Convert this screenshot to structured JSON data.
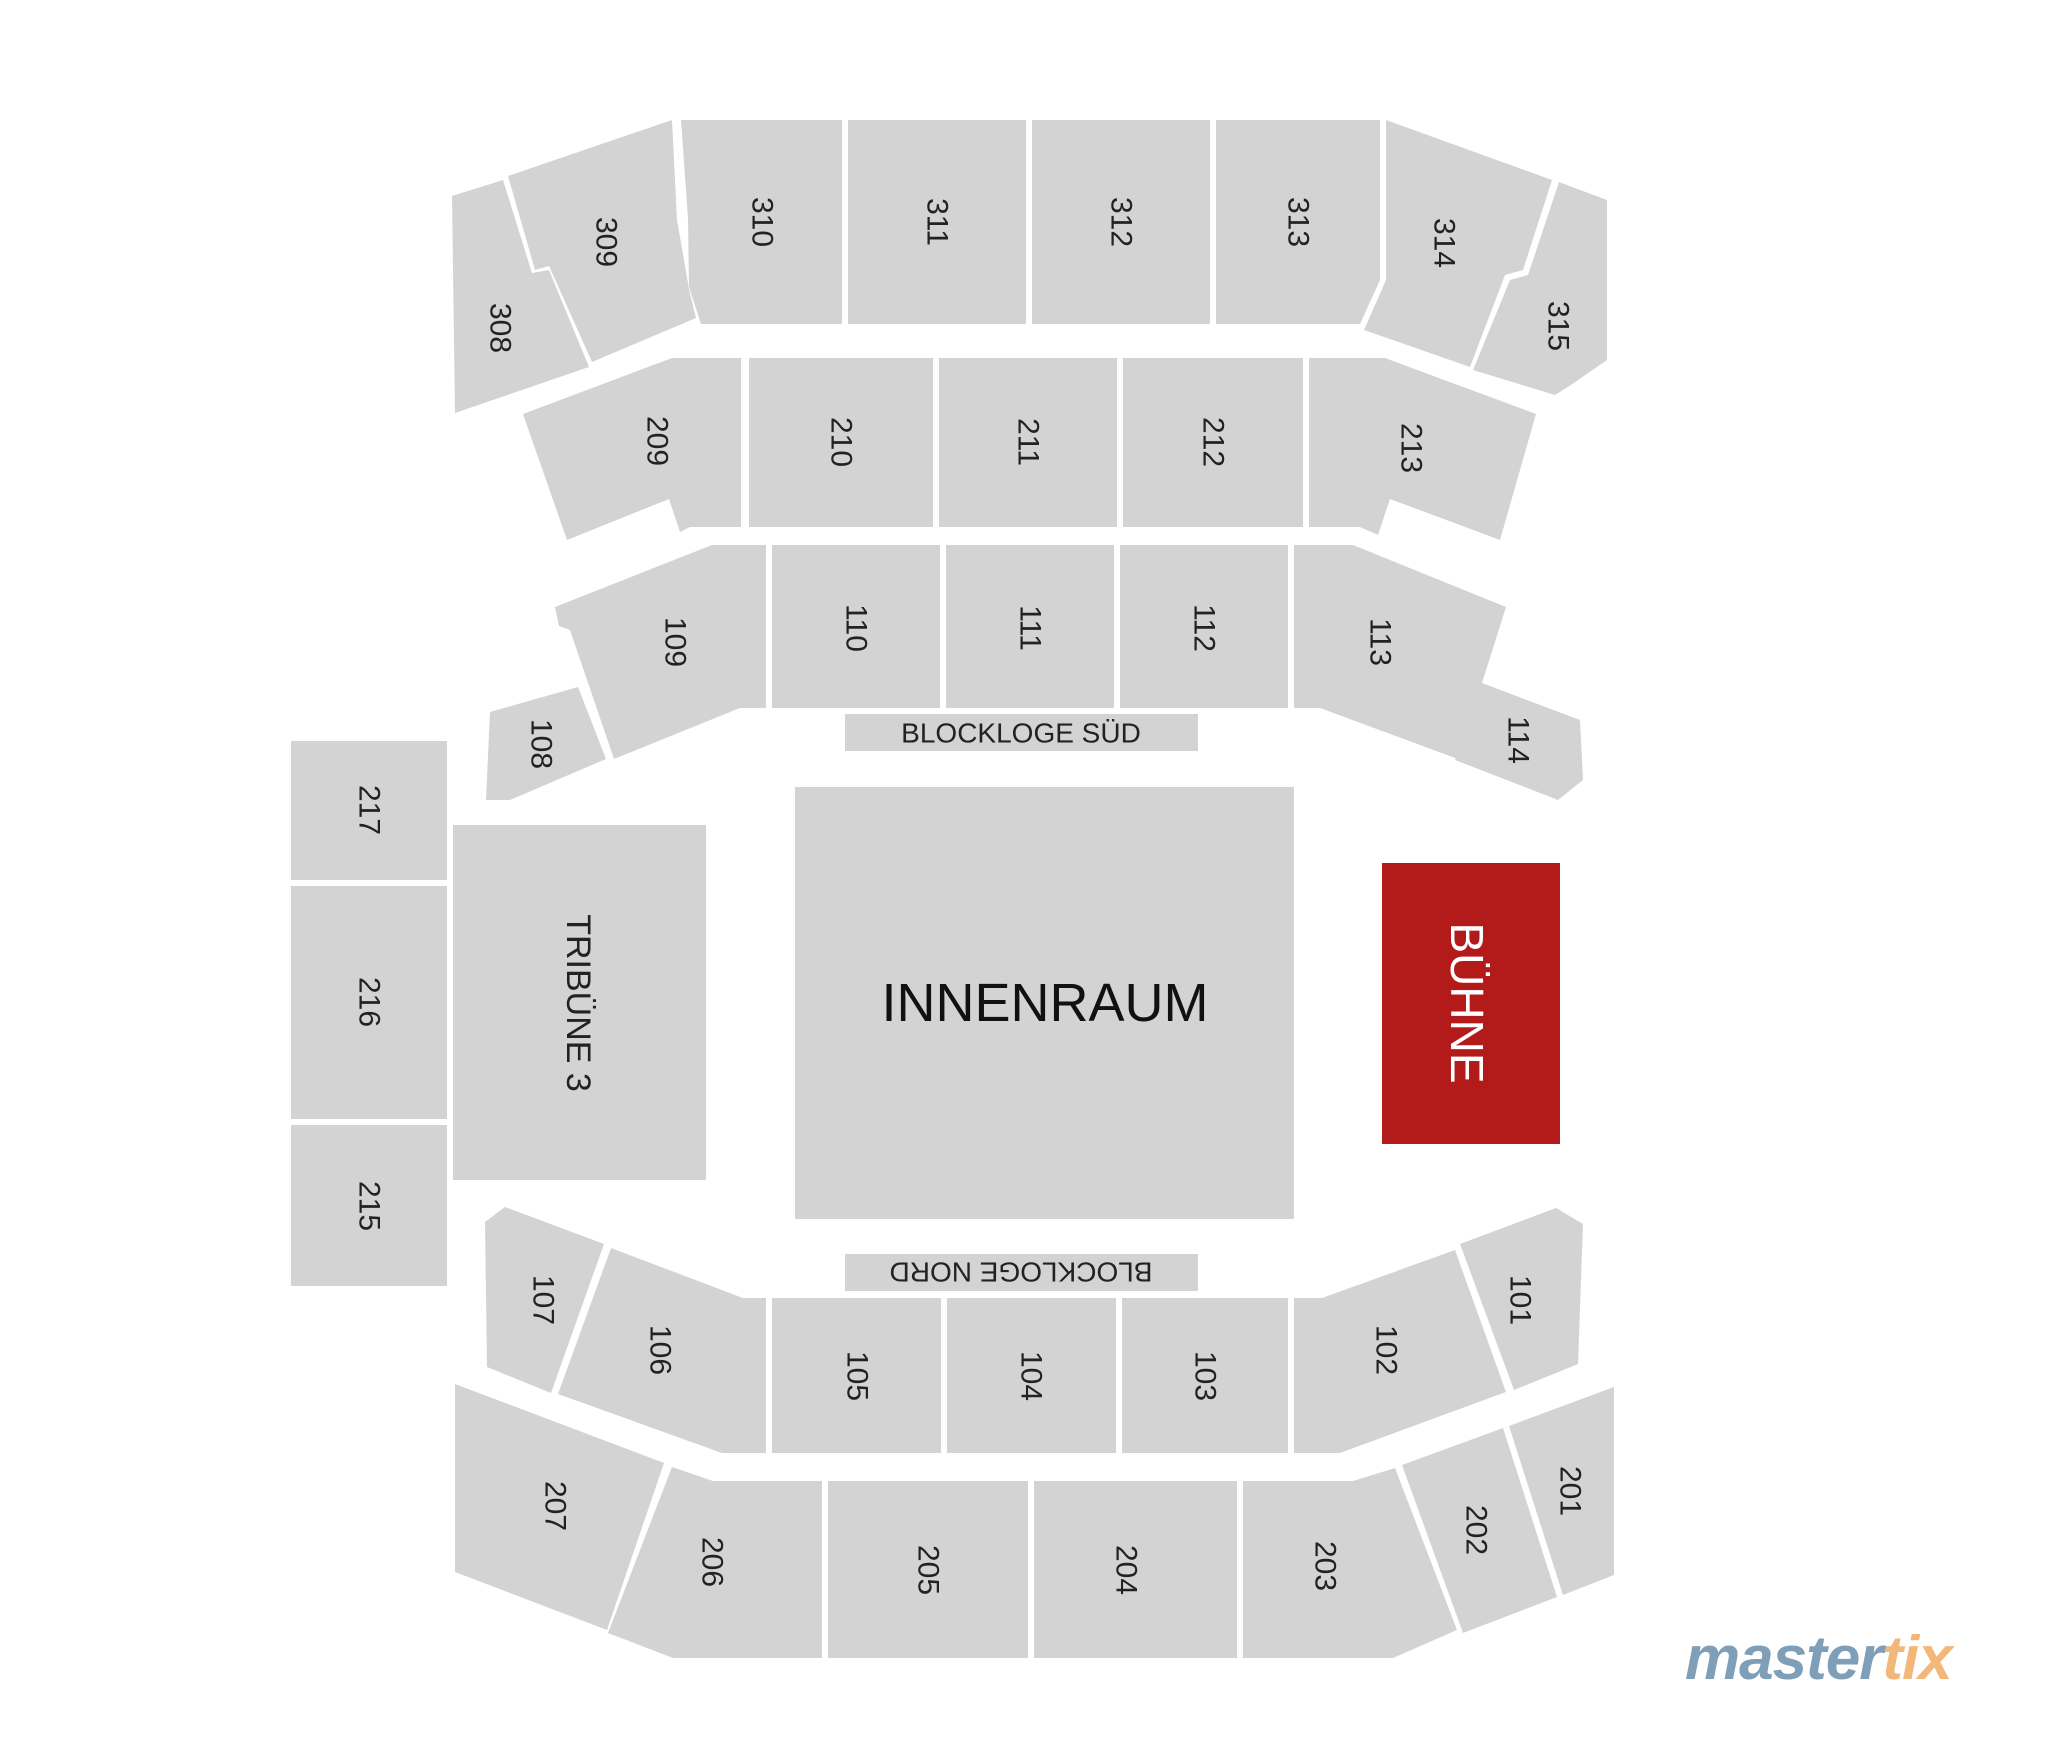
{
  "colors": {
    "section": "#d3d3d3",
    "stage": "#b31b1b",
    "brand_primary": "#7f9fb8",
    "brand_accent": "#f2b87a"
  },
  "sections": {
    "s308": "308",
    "s309": "309",
    "s310": "310",
    "s311": "311",
    "s312": "312",
    "s313": "313",
    "s314": "314",
    "s315": "315",
    "s209": "209",
    "s210": "210",
    "s211": "211",
    "s212": "212",
    "s213": "213",
    "s108": "108",
    "s109": "109",
    "s110": "110",
    "s111": "111",
    "s112": "112",
    "s113": "113",
    "s114": "114",
    "s217": "217",
    "s216": "216",
    "s215": "215",
    "s107": "107",
    "s106": "106",
    "s105": "105",
    "s104": "104",
    "s103": "103",
    "s102": "102",
    "s101": "101",
    "s207": "207",
    "s206": "206",
    "s205": "205",
    "s204": "204",
    "s203": "203",
    "s202": "202",
    "s201": "201"
  },
  "areas": {
    "blockloge_sued": "BLOCKLOGE SÜD",
    "blockloge_nord": "BLOCKLOGE NORD",
    "tribune_3": "TRIBÜNE 3",
    "innenraum": "INNENRAUM",
    "buehne": "BÜHNE"
  },
  "brand": {
    "part1": "master",
    "part2": "tix"
  }
}
